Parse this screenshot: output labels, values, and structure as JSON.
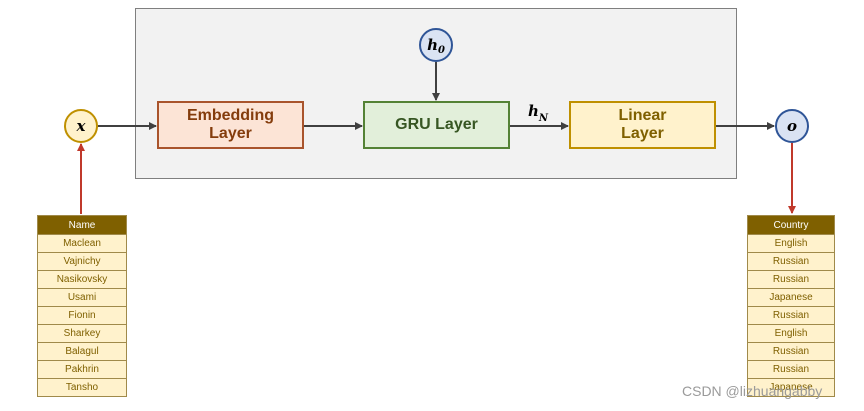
{
  "layers": {
    "embedding": "Embedding\nLayer",
    "gru": "GRU Layer",
    "linear": "Linear\nLayer"
  },
  "nodes": {
    "input": "x",
    "hidden_init_base": "h",
    "hidden_init_sub": "0",
    "output": "o"
  },
  "edge_labels": {
    "hidden_final_base": "h",
    "hidden_final_sub": "N"
  },
  "name_table": {
    "header": "Name",
    "rows": [
      "Maclean",
      "Vajnichy",
      "Nasikovsky",
      "Usami",
      "Fionin",
      "Sharkey",
      "Balagul",
      "Pakhrin",
      "Tansho"
    ]
  },
  "country_table": {
    "header": "Country",
    "rows": [
      "English",
      "Russian",
      "Russian",
      "Japanese",
      "Russian",
      "English",
      "Russian",
      "Russian",
      "Japanese"
    ]
  },
  "watermark": "CSDN @lizhuangabby",
  "colors": {
    "arrow": "#404040",
    "data_arrow": "#c0392b"
  }
}
